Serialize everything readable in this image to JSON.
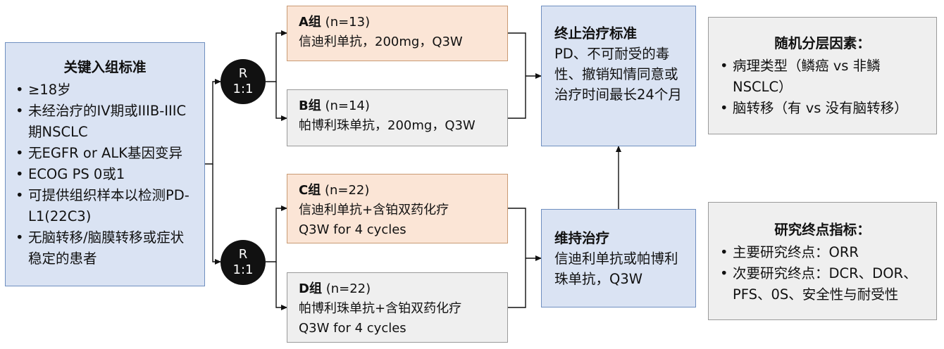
{
  "criteria": {
    "title": "关键入组标准",
    "items": [
      "≥18岁",
      "未经治疗的IV期或IIIB-IIIC期NSCLC",
      "无EGFR or ALK基因变异",
      "ECOG PS 0或1",
      "可提供组织样本以检测PD-L1(22C3)",
      "无脑转移/脑膜转移或症状稳定的患者"
    ]
  },
  "randomization": [
    {
      "line1": "R",
      "line2": "1:1"
    },
    {
      "line1": "R",
      "line2": "1:1"
    }
  ],
  "arms": {
    "a": {
      "name": "A组",
      "n": "(n=13)",
      "line2": "信迪利单抗，200mg，Q3W"
    },
    "b": {
      "name": "B组",
      "n": "(n=14)",
      "line2": "帕博利珠单抗，200mg，Q3W"
    },
    "c": {
      "name": "C组",
      "n": "(n=22)",
      "line2": "信迪利单抗+含铂双药化疗",
      "line3": "Q3W for 4 cycles"
    },
    "d": {
      "name": "D组",
      "n": "(n=22)",
      "line2": "帕博利珠单抗+含铂双药化疗",
      "line3": "Q3W for 4 cycles"
    }
  },
  "endpoint_box": {
    "title": "终止治疗标准",
    "body": "PD、不可耐受的毒性、撤销知情同意或治疗时间最长24个月"
  },
  "maintenance": {
    "title": "维持治疗",
    "body": "信迪利单抗或帕博利珠单抗，Q3W"
  },
  "stratification": {
    "title": "随机分层因素：",
    "items": [
      "病理类型（鳞癌 vs 非鳞NSCLC）",
      "脑转移（有 vs 没有脑转移）"
    ]
  },
  "outcomes": {
    "title": "研究终点指标：",
    "items": [
      "主要研究终点：ORR",
      "次要研究终点：DCR、DOR、PFS、0S、安全性与耐受性"
    ]
  }
}
